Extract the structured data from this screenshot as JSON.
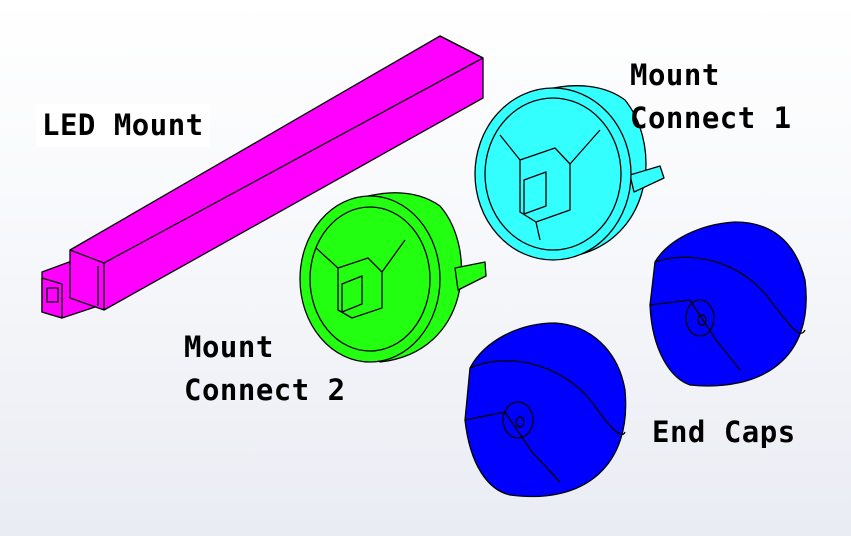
{
  "labels": {
    "led_mount": "LED Mount",
    "mount_connect_1": [
      "Mount",
      "Connect 1"
    ],
    "mount_connect_2": [
      "Mount",
      "Connect 2"
    ],
    "end_caps": "End Caps"
  },
  "colors": {
    "led_mount": "#ff00ff",
    "mount_connect_1": "#33ffff",
    "mount_connect_2": "#22ff11",
    "end_caps": "#0000ff"
  }
}
